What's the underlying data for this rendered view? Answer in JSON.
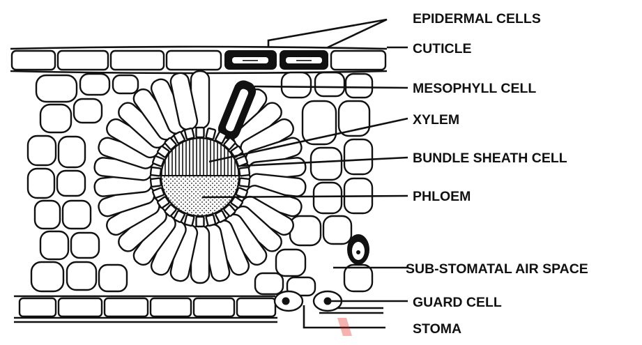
{
  "diagram": {
    "labels": {
      "epidermal_cells": "EPIDERMAL CELLS",
      "cuticle": "CUTICLE",
      "mesophyll_cell": "MESOPHYLL CELL",
      "xylem": "XYLEM",
      "bundle_sheath_cell": "BUNDLE SHEATH CELL",
      "phloem": "PHLOEM",
      "sub_stomatal_air_space": "SUB-STOMATAL AIR SPACE",
      "guard_cell": "GUARD CELL",
      "stoma": "STOMA"
    },
    "colors": {
      "ink": "#111111",
      "background": "#ffffff",
      "watermark": "#e2231a"
    }
  }
}
